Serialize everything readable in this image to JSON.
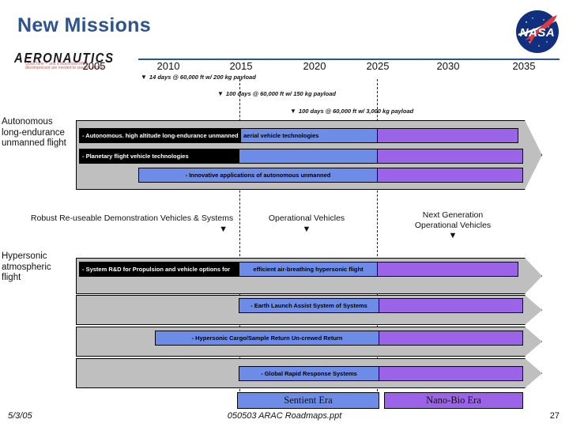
{
  "slide": {
    "title": "New Missions",
    "logo_left": {
      "wordmark": "AERONAUTICS",
      "placeholder_text": "QuickTime™ and a Macintosh IPEG decompressor are needed to see this picture."
    },
    "logo_right": "nasa-meatball-logo"
  },
  "timeline": {
    "years": [
      "2005",
      "2010",
      "2015",
      "2020",
      "2025",
      "2030",
      "2035"
    ],
    "milestones": [
      {
        "marker": "▼",
        "text": "14 days @ 60,000 ft w/ 200 kg payload"
      },
      {
        "marker": "▼",
        "text": "100 days @ 60,000 ft w/ 150 kg payload"
      },
      {
        "marker": "▼",
        "text": "100 days @ 60,000 ft w/ 3,000 kg payload"
      }
    ]
  },
  "sections": [
    {
      "label": "Autonomous long-endurance unmanned flight",
      "rows": [
        {
          "black": "- Autonomous. high altitude long-endurance unmanned",
          "blue": "aerial vehicle technologies",
          "purple": ""
        },
        {
          "black": "- Planetary flight vehicle technologies",
          "blue": "",
          "purple": ""
        },
        {
          "black": "",
          "blue": "- Innovative applications of autonomous unmanned",
          "purple": ""
        }
      ]
    },
    {
      "label": "Hypersonic atmospheric flight",
      "rows": [
        {
          "black": "- System R&D for Propulsion and vehicle options for",
          "blue": "efficient air-breathing hypersonic flight",
          "purple": ""
        },
        {
          "black": "",
          "blue": "- Earth Launch Assist System of Systems",
          "purple": ""
        },
        {
          "black": "",
          "blue": "- Hypersonic Cargo/Sample Return Un-crewed Return",
          "purple": ""
        },
        {
          "black": "",
          "blue": "- Global Rapid Response Systems",
          "purple": ""
        }
      ]
    }
  ],
  "phases": [
    {
      "line1": "Robust Re-useable Demonstration Vehicles & Systems",
      "line2": "",
      "marker": "▼"
    },
    {
      "line1": "Operational  Vehicles",
      "line2": "",
      "marker": "▼"
    },
    {
      "line1": "Next Generation",
      "line2": "Operational  Vehicles",
      "marker": "▼"
    }
  ],
  "legend": [
    {
      "label": "Sentient Era",
      "color": "#6C8CE8"
    },
    {
      "label": "Nano-Bio Era",
      "color": "#9B63E8"
    }
  ],
  "footer": {
    "date": "5/3/05",
    "filename": "050503 ARAC Roadmaps.ppt",
    "page": "27"
  },
  "colors": {
    "title_blue": "#2B5490",
    "band_grey": "#BFBFBF",
    "bar_black": "#000000",
    "bar_blue": "#6C8CE8",
    "bar_purple": "#9B63E8"
  }
}
